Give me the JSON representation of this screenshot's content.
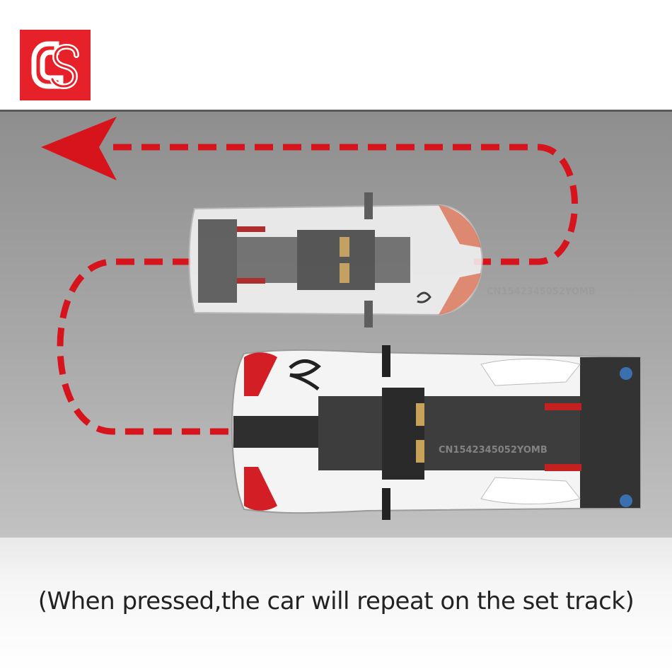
{
  "brand": {
    "logo_color": "#e62129"
  },
  "colors": {
    "track_dash": "#d7131b",
    "panel": "#9b9b9b",
    "car_body": "#f2f2f2",
    "car_chassis": "#3b3b3b"
  },
  "watermarks": [
    "CN1542345052YOMB",
    "CN1542345052YOMB"
  ],
  "caption": "(When pressed,the car will repeat on the set track)"
}
